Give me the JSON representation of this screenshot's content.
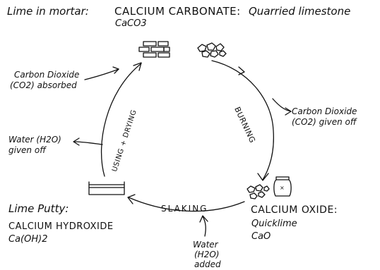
{
  "header": {
    "lime_in_mortar": "Lime in mortar:",
    "calcium_carbonate": "CALCIUM CARBONATE:",
    "quarried_limestone": "Quarried limestone",
    "formula_caco3": "CaCO3"
  },
  "left_labels": {
    "co2_absorbed_line1": "Carbon Dioxide",
    "co2_absorbed_line2": "(CO2) absorbed",
    "water_given_off_line1": "Water (H2O)",
    "water_given_off_line2": "given off"
  },
  "right_labels": {
    "co2_given_off_line1": "Carbon Dioxide",
    "co2_given_off_line2": "(CO2) given off"
  },
  "stages": {
    "burning": "BURNING",
    "slaking": "SLAKING",
    "using_drying": "USING + DRYING"
  },
  "lime_putty": {
    "title": "Lime Putty:",
    "name": "CALCIUM HYDROXIDE",
    "formula": "Ca(OH)2"
  },
  "calcium_oxide": {
    "name": "CALCIUM OXIDE:",
    "common": "Quicklime",
    "formula": "CaO"
  },
  "water_added": {
    "line1": "Water",
    "line2": "(H2O)",
    "line3": "added"
  }
}
